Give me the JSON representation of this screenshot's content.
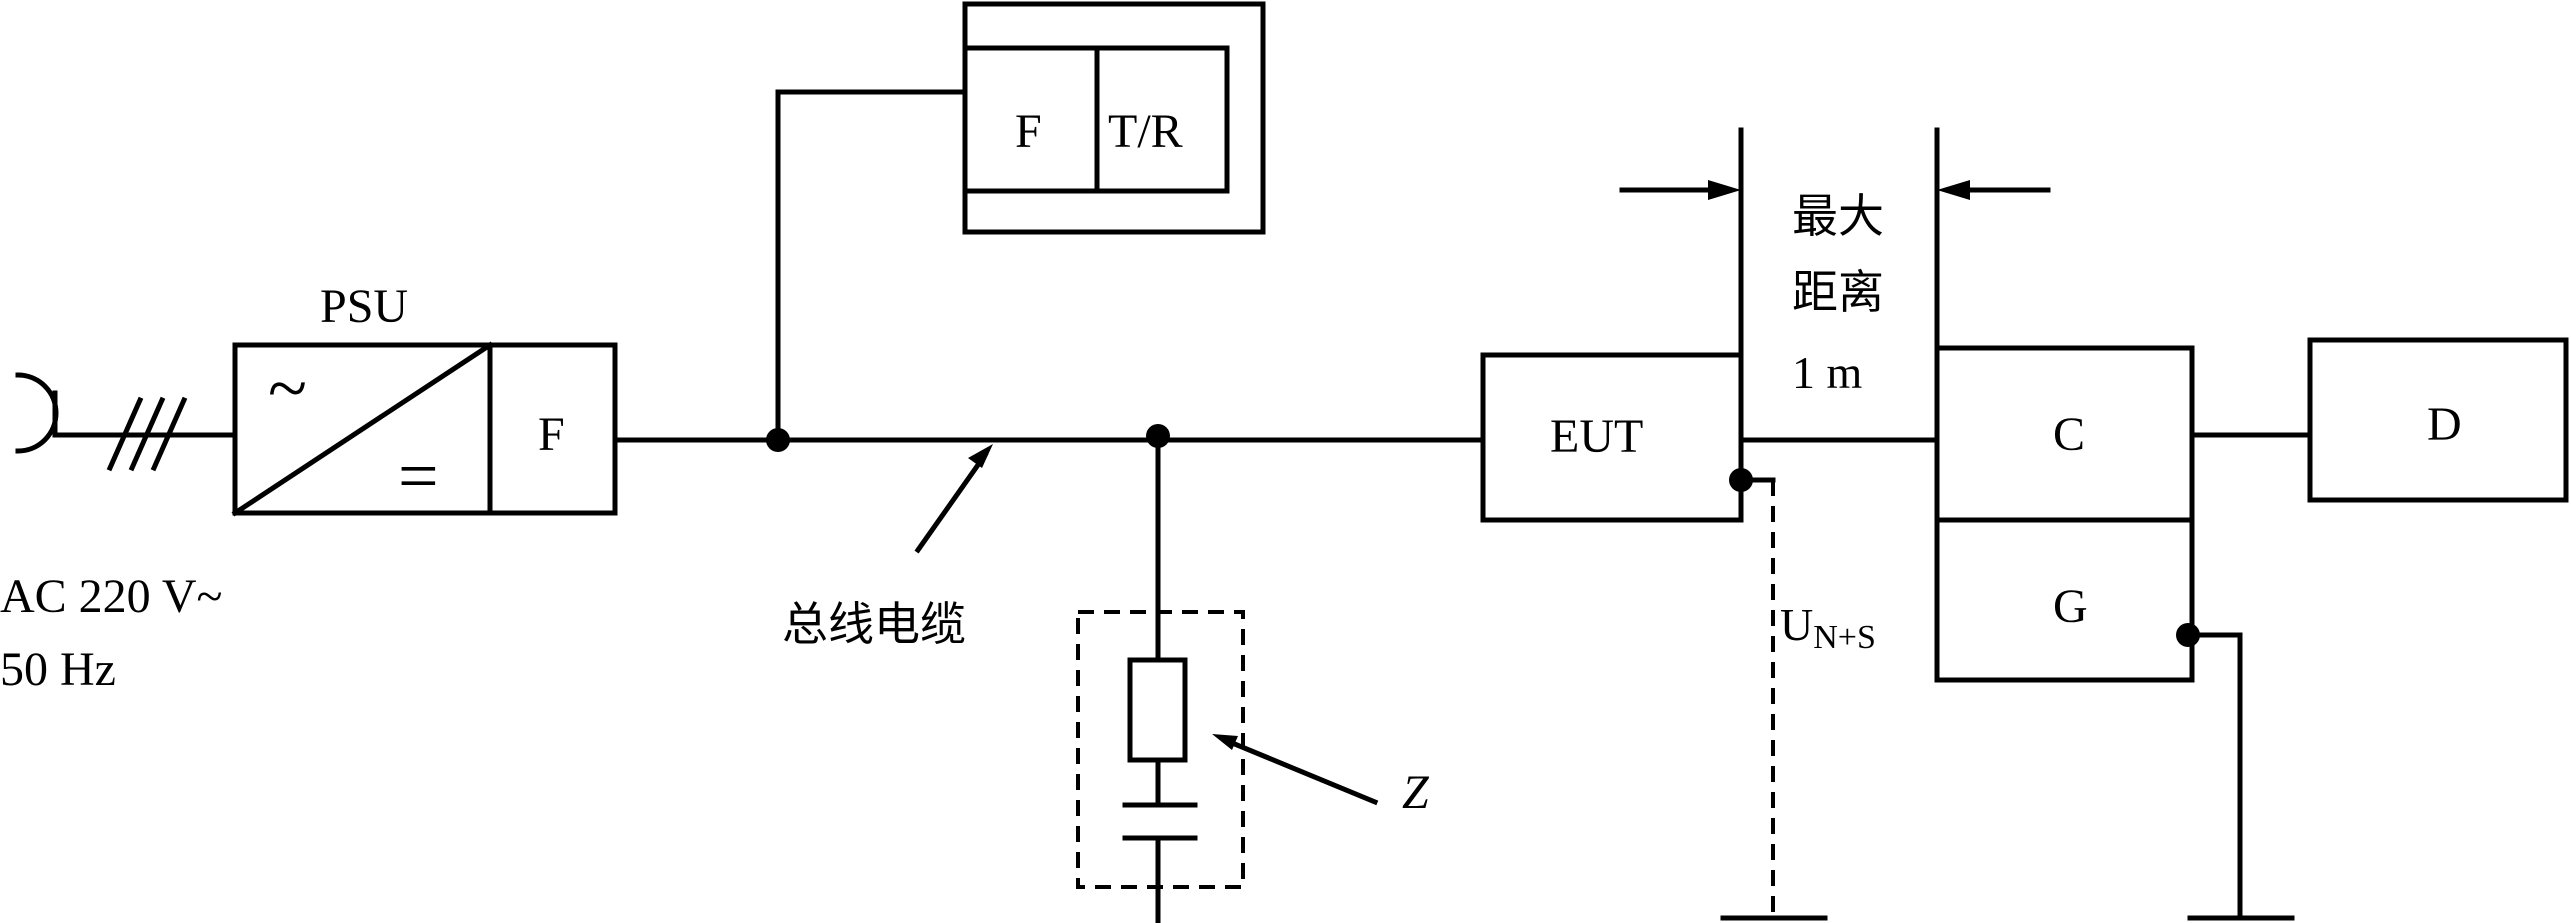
{
  "labels": {
    "ac_line1": "AC 220 V~",
    "ac_line2": "50 Hz",
    "psu": "PSU",
    "psu_ac_symbol": "~",
    "psu_dc_symbol": "=",
    "filter_psu": "F",
    "filter_tr": "F",
    "tr": "T/R",
    "bus_cable": "总线电缆",
    "z": "Z",
    "eut": "EUT",
    "distance_line1": "最大",
    "distance_line2": "距离",
    "distance_line3": "1 m",
    "c": "C",
    "g": "G",
    "d": "D",
    "u_main": "U",
    "u_sub": "N+S"
  }
}
